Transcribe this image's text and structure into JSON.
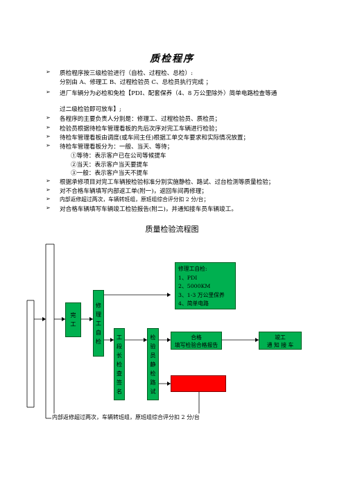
{
  "title": "质检程序",
  "items": [
    "质检程序按三级检验进行（自检、过程检、总检）:",
    "分别由 A、修理工    B、过程检验员     C、总检员执行完成  ；",
    "进厂车辆分为必检和免检【PDI、配套保养（4、8 万公里除外）简单电路检查等通",
    "过二级检验即可放车】;",
    "各程序的主要负责人分别是：修理工、过程检验员、质检员；",
    "检验员根据待检车管理看板的先后次序对完工车辆进行检验；",
    "待检车管理看板由调度(或车间主任)根据工单交车要求和实际情况放置；",
    "待检车管理看板分为：一般、当天、等待；",
    "①等待：表示客户已在公司等候提车",
    "②当天：表示客户当天要提车",
    "③一般：表示客户当天不提车",
    "根据承修项目对完工车辆按检验标准分别实施静检、路试、过台检测等质量检验；",
    "对不合格车辆填写内部返工单(附一)，返回车间再修理；",
    "内部返修超过两次，车辆转班组，原班组综合评分扣 2 分/台；",
    "对合格车辆填写车辆竣工检验报告(附二)，并通知接车员车辆竣工。"
  ],
  "flow": {
    "title": "质量检验流程图",
    "complete": "完工",
    "repair_self_check": "修理工自检",
    "self_check_list": [
      "修理工自检:",
      "1、PDI",
      "2、5000KM",
      "3、1-3 万公里保养",
      "4、简单电路"
    ],
    "leader_signature": "工段长检查签名",
    "inspector_test": "检验员静检路试",
    "pass_box": [
      "合格",
      "填写检验合格报告"
    ],
    "finish_box": [
      "竣工",
      "通 知 接 车"
    ],
    "bottom_note": "内部返修超过两次，车辆转班组，原班组综合评分扣 2 分/台",
    "colors": {
      "green": "#00b050",
      "red": "#ff0000"
    }
  }
}
